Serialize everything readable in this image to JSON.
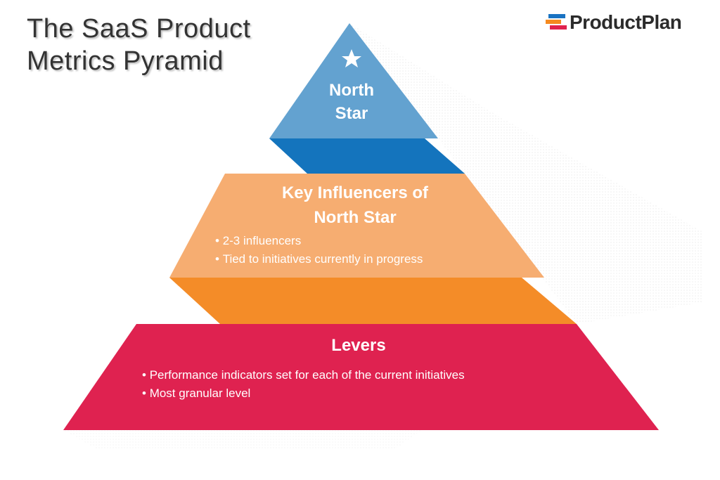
{
  "title": {
    "line1": "The SaaS Product",
    "line2": "Metrics Pyramid"
  },
  "logo": {
    "text": "ProductPlan",
    "colors": [
      "#1a73c2",
      "#f5891f",
      "#e0224e"
    ]
  },
  "pyramid": {
    "tiers": [
      {
        "id": "north-star",
        "icon": "star-icon",
        "heading_line1": "North",
        "heading_line2": "Star",
        "bullets": [],
        "color_face": "#63a2d0",
        "color_side": "#1474bd"
      },
      {
        "id": "key-influencers",
        "heading_line1": "Key Influencers of",
        "heading_line2": "North Star",
        "bullets": [
          "2-3 influencers",
          "Tied to initiatives currently in progress"
        ],
        "color_face": "#f6ad71",
        "color_side": "#f48c28"
      },
      {
        "id": "levers",
        "heading_line1": "Levers",
        "bullets": [
          "Performance indicators set for each of the current initiatives",
          "Most granular level"
        ],
        "color_face": "#df2250"
      }
    ]
  }
}
